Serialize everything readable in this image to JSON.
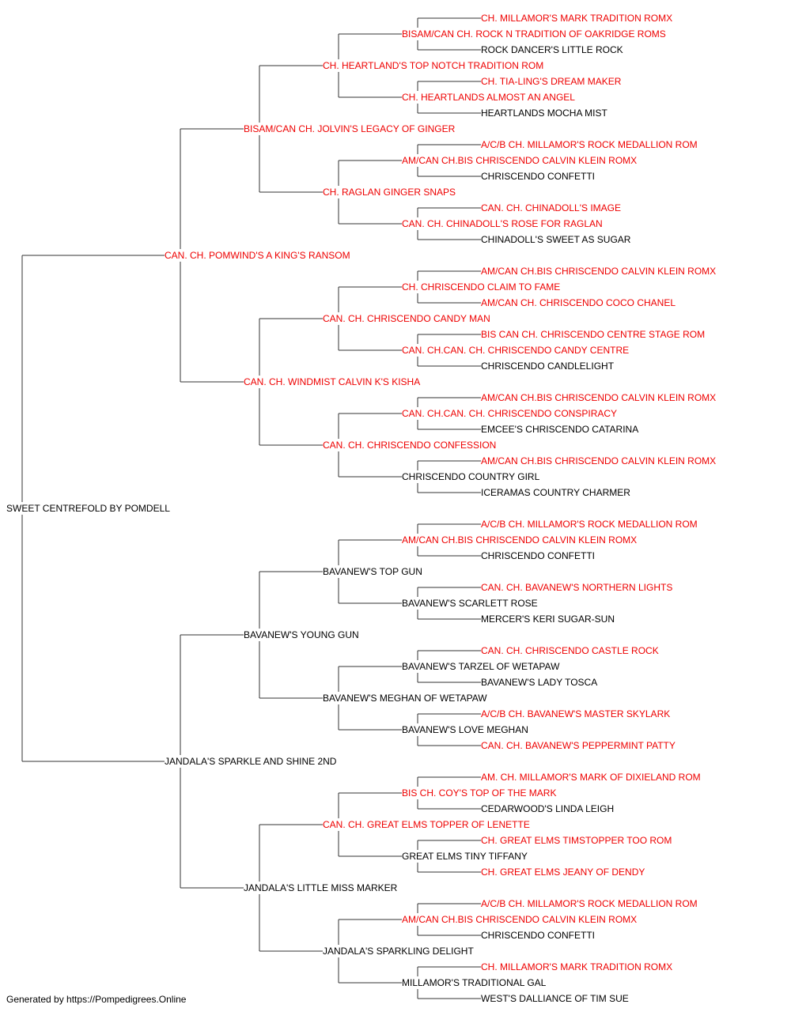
{
  "colors": {
    "titled": "#ee0000",
    "plain": "#000000",
    "lines": "#333333"
  },
  "pedigree": {
    "name": "SWEET CENTREFOLD BY POMDELL",
    "titled": false,
    "sire": {
      "name": "CAN. CH. POMWIND'S A KING'S RANSOM",
      "titled": true,
      "sire": {
        "name": "BISAM/CAN CH. JOLVIN'S LEGACY OF GINGER",
        "titled": true,
        "sire": {
          "name": "CH. HEARTLAND'S TOP NOTCH TRADITION ROM",
          "titled": true,
          "sire": {
            "name": "BISAM/CAN CH. ROCK N TRADITION OF OAKRIDGE ROMS",
            "titled": true,
            "sire": {
              "name": "CH. MILLAMOR'S MARK TRADITION ROMX",
              "titled": true
            },
            "dam": {
              "name": "ROCK DANCER'S LITTLE ROCK",
              "titled": false
            }
          },
          "dam": {
            "name": "CH. HEARTLANDS ALMOST AN ANGEL",
            "titled": true,
            "sire": {
              "name": "CH. TIA-LING'S DREAM MAKER",
              "titled": true
            },
            "dam": {
              "name": "HEARTLANDS MOCHA MIST",
              "titled": false
            }
          }
        },
        "dam": {
          "name": "CH. RAGLAN GINGER SNAPS",
          "titled": true,
          "sire": {
            "name": "AM/CAN CH.BIS CHRISCENDO CALVIN KLEIN ROMX",
            "titled": true,
            "sire": {
              "name": "A/C/B CH. MILLAMOR'S ROCK MEDALLION ROM",
              "titled": true
            },
            "dam": {
              "name": "CHRISCENDO CONFETTI",
              "titled": false
            }
          },
          "dam": {
            "name": "CAN. CH. CHINADOLL'S ROSE FOR RAGLAN",
            "titled": true,
            "sire": {
              "name": "CAN. CH. CHINADOLL'S IMAGE",
              "titled": true
            },
            "dam": {
              "name": "CHINADOLL'S SWEET AS SUGAR",
              "titled": false
            }
          }
        }
      },
      "dam": {
        "name": "CAN. CH. WINDMIST CALVIN K'S KISHA",
        "titled": true,
        "sire": {
          "name": "CAN. CH. CHRISCENDO CANDY MAN",
          "titled": true,
          "sire": {
            "name": "CH. CHRISCENDO CLAIM TO FAME",
            "titled": true,
            "sire": {
              "name": "AM/CAN CH.BIS CHRISCENDO CALVIN KLEIN ROMX",
              "titled": true
            },
            "dam": {
              "name": "AM/CAN CH. CHRISCENDO COCO CHANEL",
              "titled": true
            }
          },
          "dam": {
            "name": "CAN. CH.CAN. CH. CHRISCENDO CANDY CENTRE",
            "titled": true,
            "sire": {
              "name": "BIS CAN CH. CHRISCENDO CENTRE STAGE ROM",
              "titled": true
            },
            "dam": {
              "name": "CHRISCENDO CANDLELIGHT",
              "titled": false
            }
          }
        },
        "dam": {
          "name": "CAN. CH. CHRISCENDO CONFESSION",
          "titled": true,
          "sire": {
            "name": "CAN. CH.CAN. CH. CHRISCENDO CONSPIRACY",
            "titled": true,
            "sire": {
              "name": "AM/CAN CH.BIS CHRISCENDO CALVIN KLEIN ROMX",
              "titled": true
            },
            "dam": {
              "name": "EMCEE'S CHRISCENDO CATARINA",
              "titled": false
            }
          },
          "dam": {
            "name": "CHRISCENDO COUNTRY GIRL",
            "titled": false,
            "sire": {
              "name": "AM/CAN CH.BIS CHRISCENDO CALVIN KLEIN ROMX",
              "titled": true
            },
            "dam": {
              "name": "ICERAMAS COUNTRY CHARMER",
              "titled": false
            }
          }
        }
      }
    },
    "dam": {
      "name": "JANDALA'S SPARKLE AND SHINE 2ND",
      "titled": false,
      "sire": {
        "name": "BAVANEW'S YOUNG GUN",
        "titled": false,
        "sire": {
          "name": "BAVANEW'S TOP GUN",
          "titled": false,
          "sire": {
            "name": "AM/CAN CH.BIS CHRISCENDO CALVIN KLEIN ROMX",
            "titled": true,
            "sire": {
              "name": "A/C/B CH. MILLAMOR'S ROCK MEDALLION ROM",
              "titled": true
            },
            "dam": {
              "name": "CHRISCENDO CONFETTI",
              "titled": false
            }
          },
          "dam": {
            "name": "BAVANEW'S SCARLETT ROSE",
            "titled": false,
            "sire": {
              "name": "CAN. CH. BAVANEW'S NORTHERN LIGHTS",
              "titled": true
            },
            "dam": {
              "name": "MERCER'S KERI SUGAR-SUN",
              "titled": false
            }
          }
        },
        "dam": {
          "name": "BAVANEW'S MEGHAN OF WETAPAW",
          "titled": false,
          "sire": {
            "name": "BAVANEW'S TARZEL OF WETAPAW",
            "titled": false,
            "sire": {
              "name": "CAN. CH. CHRISCENDO CASTLE ROCK",
              "titled": true
            },
            "dam": {
              "name": "BAVANEW'S LADY TOSCA",
              "titled": false
            }
          },
          "dam": {
            "name": "BAVANEW'S LOVE MEGHAN",
            "titled": false,
            "sire": {
              "name": "A/C/B CH. BAVANEW'S MASTER SKYLARK",
              "titled": true
            },
            "dam": {
              "name": "CAN. CH. BAVANEW'S PEPPERMINT PATTY",
              "titled": true
            }
          }
        }
      },
      "dam": {
        "name": "JANDALA'S LITTLE MISS MARKER",
        "titled": false,
        "sire": {
          "name": "CAN. CH. GREAT ELMS TOPPER OF LENETTE",
          "titled": true,
          "sire": {
            "name": "BIS CH. COY'S TOP OF THE MARK",
            "titled": true,
            "sire": {
              "name": "AM. CH. MILLAMOR'S MARK OF DIXIELAND ROM",
              "titled": true
            },
            "dam": {
              "name": "CEDARWOOD'S LINDA LEIGH",
              "titled": false
            }
          },
          "dam": {
            "name": "GREAT ELMS TINY TIFFANY",
            "titled": false,
            "sire": {
              "name": "CH. GREAT ELMS TIMSTOPPER TOO ROM",
              "titled": true
            },
            "dam": {
              "name": "CH. GREAT ELMS JEANY OF DENDY",
              "titled": true
            }
          }
        },
        "dam": {
          "name": "JANDALA'S SPARKLING DELIGHT",
          "titled": false,
          "sire": {
            "name": "AM/CAN CH.BIS CHRISCENDO CALVIN KLEIN ROMX",
            "titled": true,
            "sire": {
              "name": "A/C/B CH. MILLAMOR'S ROCK MEDALLION ROM",
              "titled": true
            },
            "dam": {
              "name": "CHRISCENDO CONFETTI",
              "titled": false
            }
          },
          "dam": {
            "name": "MILLAMOR'S TRADITIONAL GAL",
            "titled": false,
            "sire": {
              "name": "CH. MILLAMOR'S MARK TRADITION ROMX",
              "titled": true
            },
            "dam": {
              "name": "WEST'S DALLIANCE OF TIM SUE",
              "titled": false
            }
          }
        }
      }
    }
  },
  "footer": "Generated by https://Pompedigrees.Online"
}
